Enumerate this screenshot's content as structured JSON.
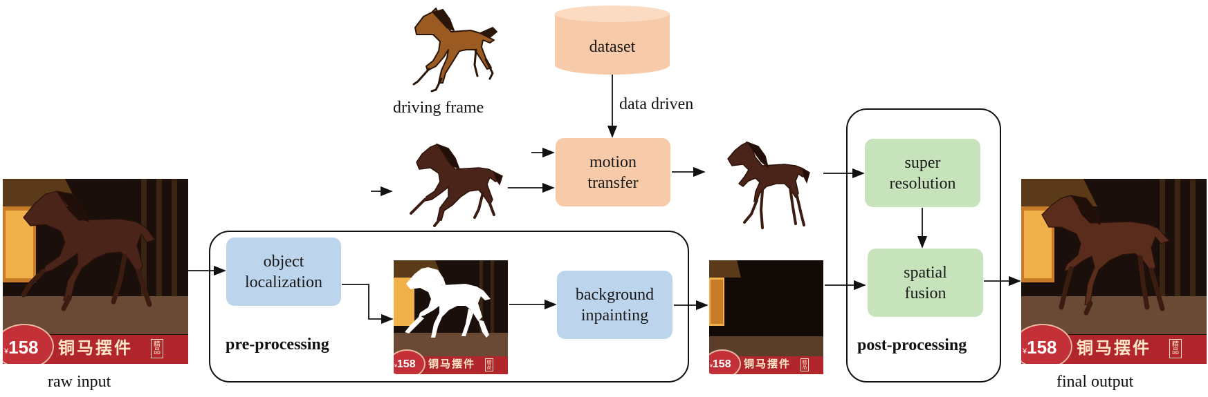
{
  "nodes": {
    "dataset": "dataset",
    "motion_transfer": [
      "motion",
      "transfer"
    ],
    "object_localization": [
      "object",
      "localization"
    ],
    "background_inpainting": [
      "background",
      "inpainting"
    ],
    "super_resolution": [
      "super",
      "resolution"
    ],
    "spatial_fusion": [
      "spatial",
      "fusion"
    ]
  },
  "labels": {
    "driving_frame": "driving frame",
    "data_driven": "data driven",
    "raw_input": "raw input",
    "final_output": "final output",
    "pre_processing": "pre-processing",
    "post_processing": "post-processing"
  },
  "product_banner": {
    "currency": "¥",
    "price": "158",
    "title": "铜马摆件",
    "badge": [
      "精",
      "品"
    ]
  },
  "colors": {
    "blue_box": "#bcd5ec",
    "green_box": "#c7e3bb",
    "peach_box": "#f7cba9",
    "banner_red": "#b0262c",
    "bronze_horse": "#4a2418",
    "cartoon_horse": "#9a5a22"
  }
}
